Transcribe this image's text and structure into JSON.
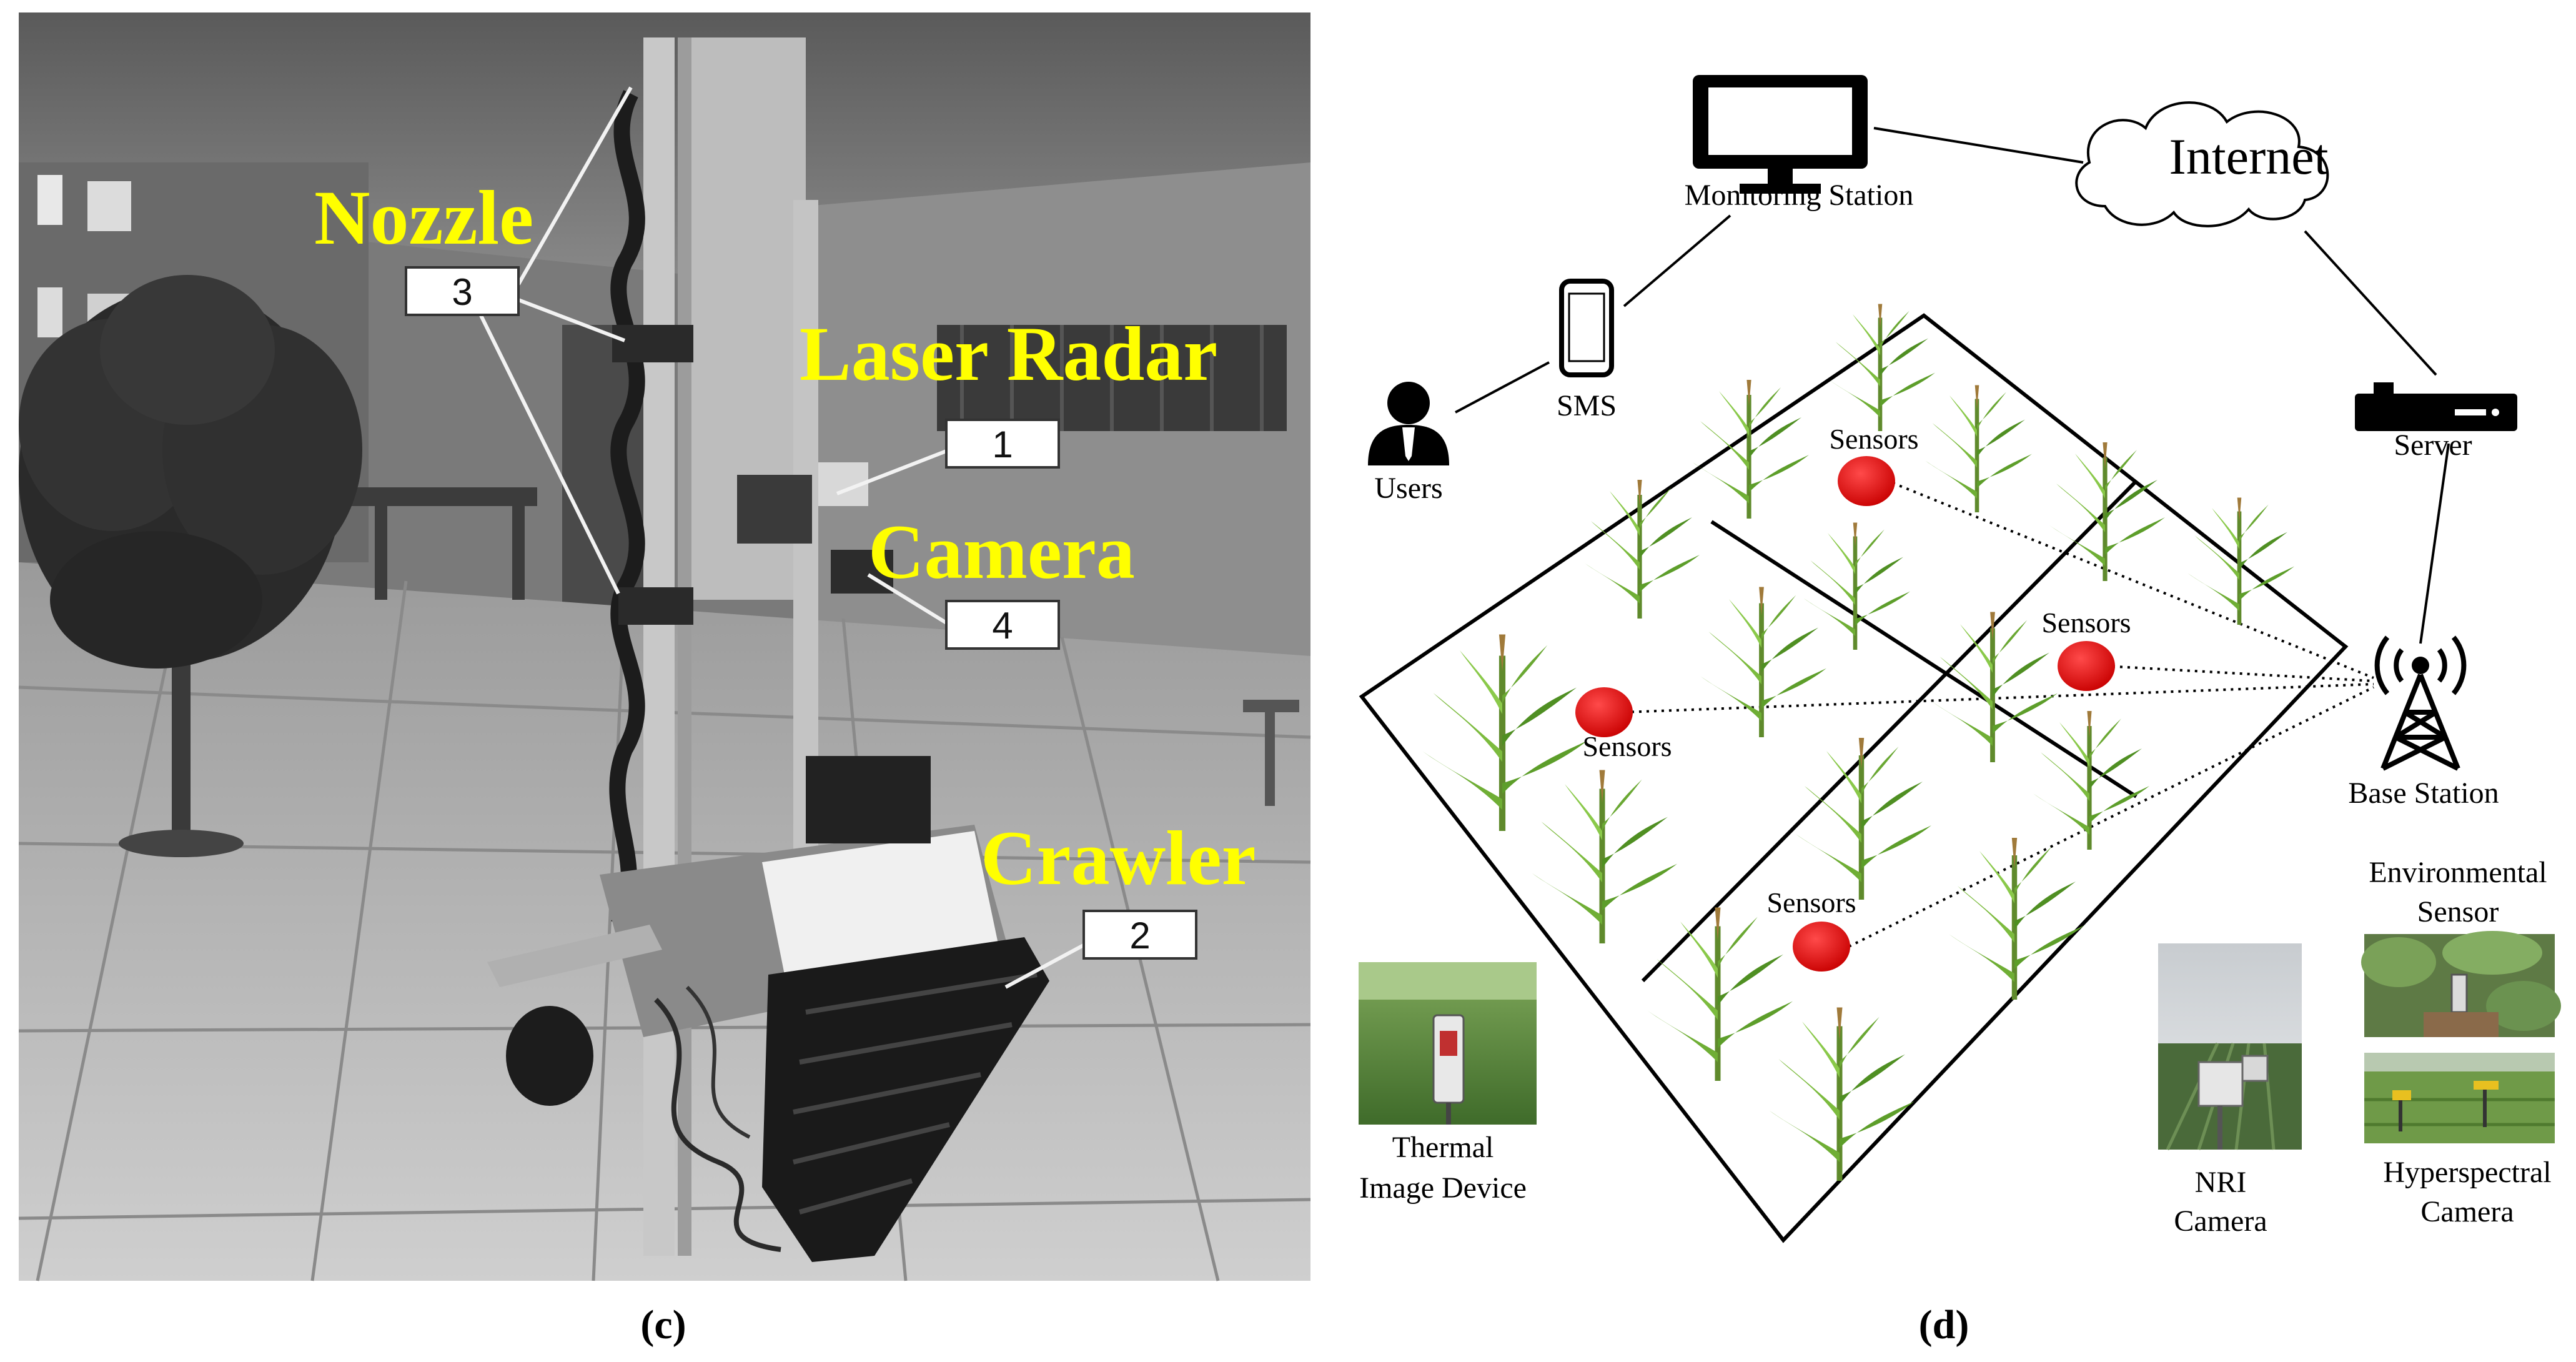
{
  "left_panel": {
    "caption": "(c)",
    "labels": {
      "nozzle": "Nozzle",
      "laser_radar": "Laser Radar",
      "camera": "Camera",
      "crawler": "Crawler"
    },
    "markers": {
      "nozzle": "3",
      "laser_radar": "1",
      "camera": "4",
      "crawler": "2"
    },
    "label_color": "#ffff00"
  },
  "right_panel": {
    "caption": "(d)",
    "nodes": {
      "monitoring_station": "Monitoring Station",
      "internet": "Internet",
      "sms": "SMS",
      "users": "Users",
      "server": "Server",
      "base_station": "Base Station"
    },
    "sensors": [
      "Sensors",
      "Sensors",
      "Sensors",
      "Sensors"
    ],
    "devices": {
      "thermal": [
        "Thermal",
        "Image Device"
      ],
      "nri": [
        "NRI",
        "Camera"
      ],
      "environmental": [
        "Environmental",
        "Sensor"
      ],
      "hyperspectral": [
        "Hyperspectral",
        "Camera"
      ]
    },
    "sensor_color": "#e00000"
  }
}
